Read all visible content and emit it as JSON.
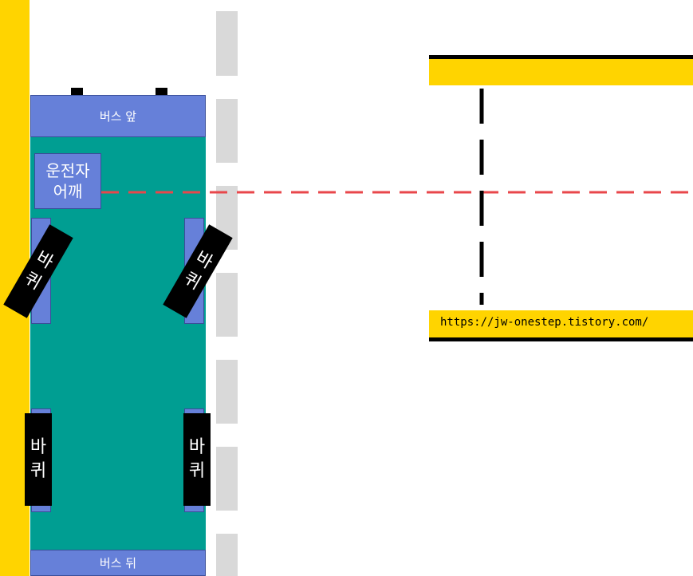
{
  "labels": {
    "bus_front": "버스 앞",
    "bus_rear": "버스 뒤",
    "driver_shoulder_line1": "운전자",
    "driver_shoulder_line2": "어깨",
    "wheel_line1": "바",
    "wheel_line2": "퀴",
    "url": "https://jw-onestep.tistory.com/"
  },
  "colors": {
    "curb": "#FFD400",
    "bus_body": "#009E92",
    "bus_panel": "#6680D9",
    "wheel": "#000000",
    "lane_marking": "#D9D9D9",
    "sight_line": "#E8474B",
    "wall": "#FFD400"
  }
}
